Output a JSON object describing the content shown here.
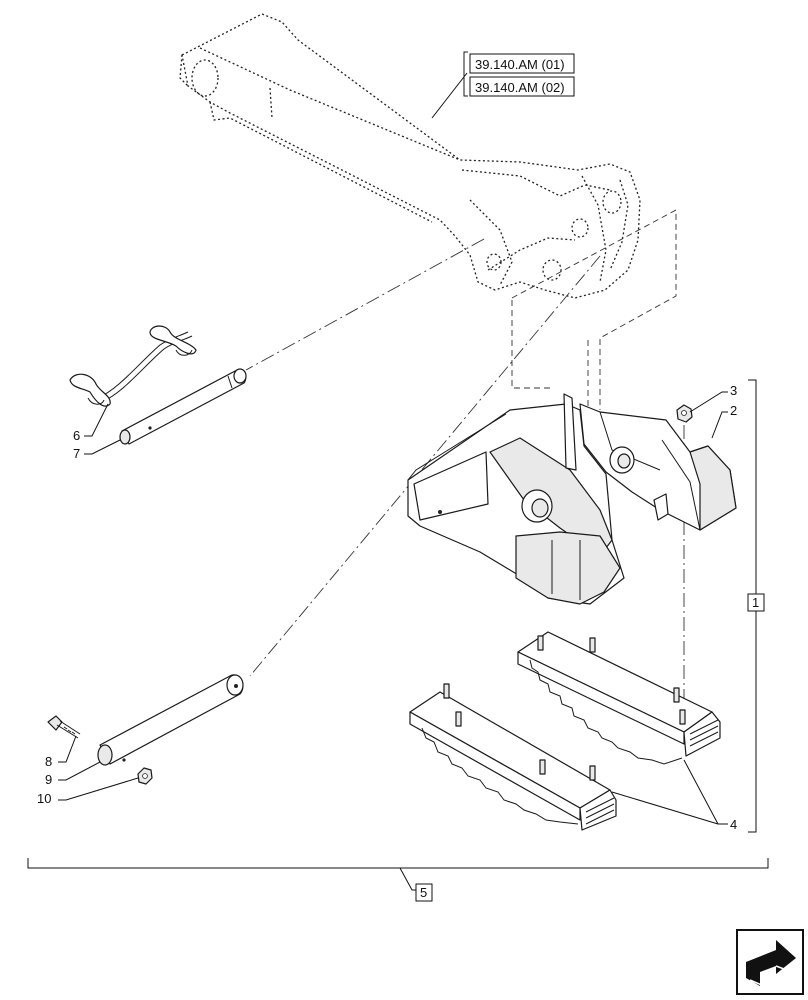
{
  "references": [
    "39.140.AM (01)",
    "39.140.AM (02)"
  ],
  "callouts": {
    "c1": "1",
    "c2": "2",
    "c3": "3",
    "c4": "4",
    "c5": "5",
    "c6": "6",
    "c7": "7",
    "c8": "8",
    "c9": "9",
    "c10": "10"
  },
  "nav_icon": "next-page-arrow-icon"
}
